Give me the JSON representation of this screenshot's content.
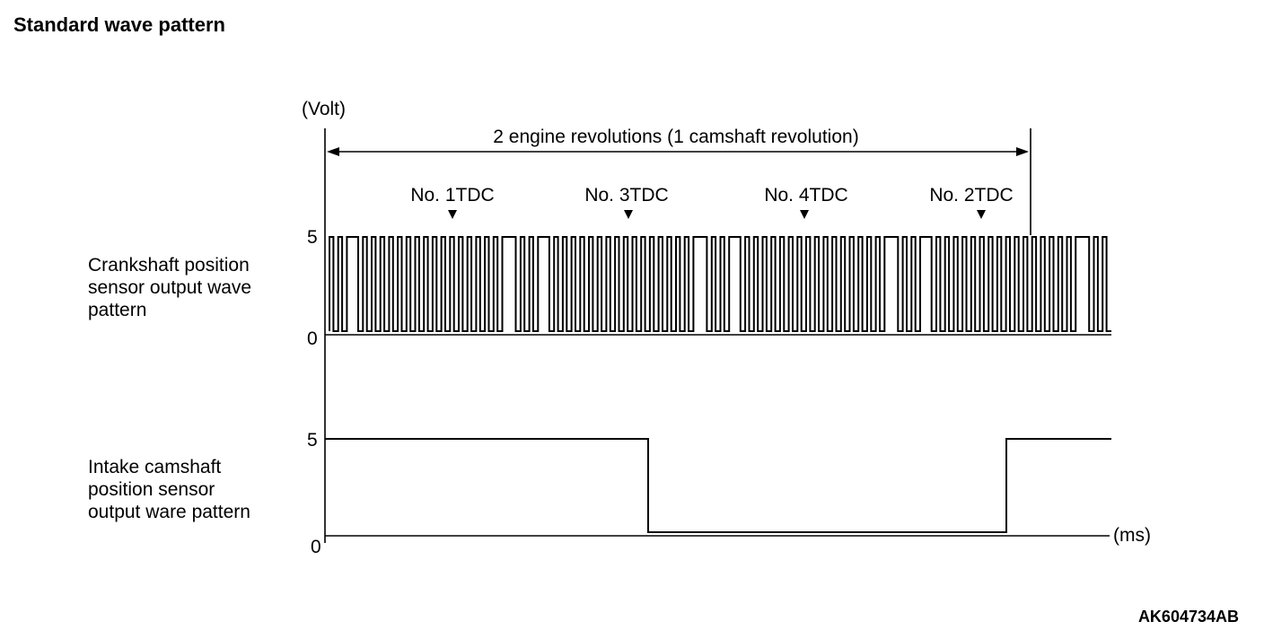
{
  "title": "Standard wave pattern",
  "figure_code": "AK604734AB",
  "y_unit": "(Volt)",
  "x_unit": "(ms)",
  "span_label": "2 engine revolutions (1 camshaft revolution)",
  "crank": {
    "label_lines": [
      "Crankshaft position",
      "sensor output wave",
      "pattern"
    ],
    "high_label": "5",
    "low_label": "0",
    "pattern": "2 teeth, missing tooth, 16 teeth, wide gap (repeating)"
  },
  "cam": {
    "label_lines": [
      "Intake camshaft",
      "position sensor",
      "output ware pattern"
    ],
    "high_label": "5",
    "low_label": "0"
  },
  "tdc_markers": [
    {
      "label": "No. 1TDC"
    },
    {
      "label": "No. 3TDC"
    },
    {
      "label": "No. 4TDC"
    },
    {
      "label": "No. 2TDC"
    }
  ],
  "colors": {
    "line": "#000000",
    "background": "#ffffff"
  }
}
